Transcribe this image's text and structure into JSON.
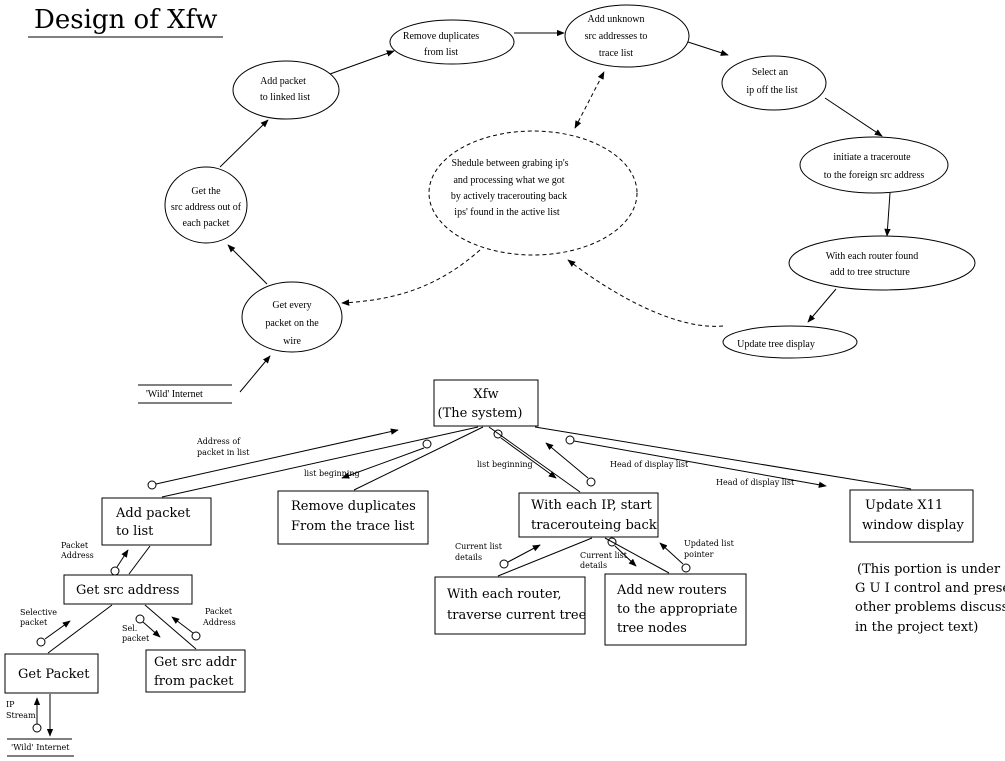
{
  "title": "Design of Xfw",
  "cycle": {
    "wild_internet": "'Wild' Internet",
    "nodes": {
      "get_every_packet": [
        "Get every",
        "packet on the",
        "wire"
      ],
      "get_src_address": [
        "Get the",
        "src address out of",
        "each packet"
      ],
      "add_packet": [
        "Add packet",
        "to linked list"
      ],
      "remove_duplicates": [
        "Remove duplicates",
        "from list"
      ],
      "add_unknown": [
        "Add unknown",
        "src addresses to",
        "trace list"
      ],
      "select_ip": [
        "Select an",
        "ip off the list"
      ],
      "initiate_traceroute": [
        "initiate a traceroute",
        "to the foreign src address"
      ],
      "with_each_router": [
        "With each router found",
        "add to tree structure"
      ],
      "update_tree": [
        "Update tree display"
      ],
      "schedule": [
        "Shedule between grabing ip's",
        "and processing what we got",
        "by actively tracerouting back",
        "ips' found in the active list"
      ]
    }
  },
  "hierarchy": {
    "root": [
      "Xfw",
      "(The system)"
    ],
    "boxes": {
      "add_packet": [
        "Add packet",
        "to list"
      ],
      "remove_dup": [
        "Remove duplicates",
        "From the trace list"
      ],
      "with_each_ip": [
        "With each IP, start",
        "tracerouteing back"
      ],
      "update_x11": [
        "Update X11",
        "window display"
      ],
      "get_src": [
        "Get src address"
      ],
      "get_packet": [
        "Get Packet"
      ],
      "get_src_addr": [
        "Get src addr",
        "from packet"
      ],
      "each_router": [
        "With each router,",
        "traverse current tree"
      ],
      "add_routers": [
        "Add new routers",
        "to the appropriate",
        "tree nodes"
      ]
    },
    "labels": {
      "address_of_packet": [
        "Address of",
        "packet in list"
      ],
      "list_beginning_1": "list beginning",
      "list_beginning_2": "list beginning",
      "head_display_1": "Head of display list",
      "head_display_2": "Head of display list",
      "packet_address_1": [
        "Packet",
        "Address"
      ],
      "selective_packet": [
        "Selective",
        "packet"
      ],
      "sel_packet": [
        "Sel.",
        "packet"
      ],
      "packet_address_2": [
        "Packet",
        "Address"
      ],
      "ip_stream": [
        "IP",
        "Stream"
      ],
      "current_list_1": [
        "Current list",
        "details"
      ],
      "current_list_2": [
        "Current list",
        "details"
      ],
      "updated_list": [
        "Updated list",
        "pointer"
      ]
    },
    "gui_note": [
      "(This portion is under",
      "G U I control and presents",
      "other problems discussed",
      "in the project text)"
    ],
    "wild_internet": "'Wild' Internet"
  }
}
